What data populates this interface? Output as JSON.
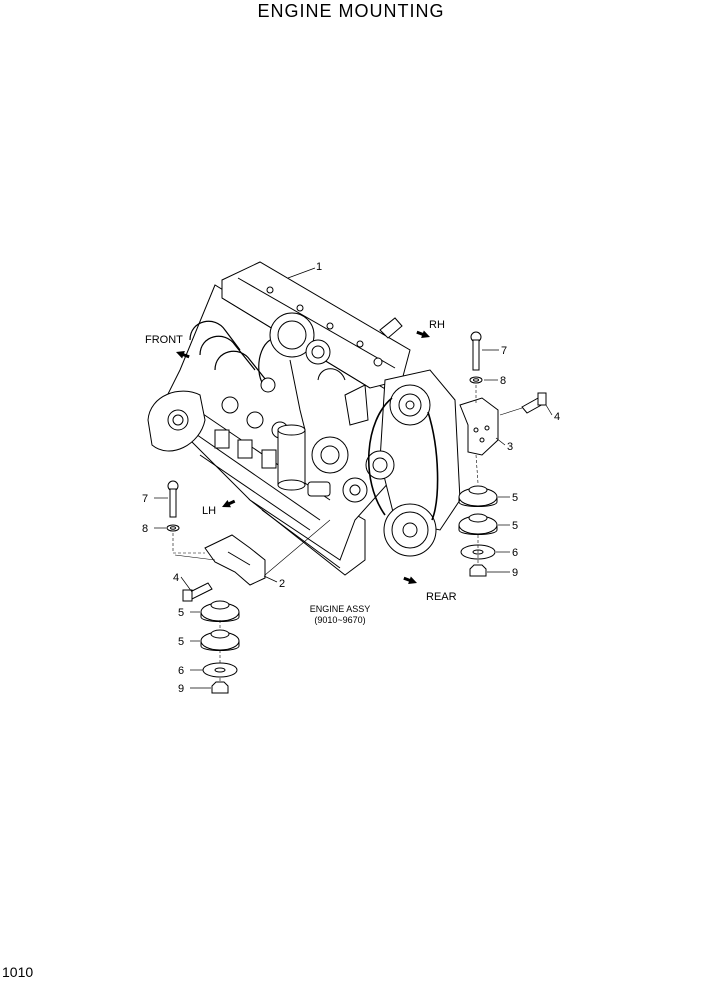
{
  "title": "ENGINE MOUNTING",
  "page_number": "1010",
  "direction_labels": {
    "front": "FRONT",
    "rh": "RH",
    "lh": "LH",
    "rear": "REAR"
  },
  "engine_caption": {
    "line1": "ENGINE ASSY",
    "line2": "(9010~9670)"
  },
  "callouts": [
    "1",
    "2",
    "3",
    "4",
    "4",
    "5",
    "5",
    "5",
    "5",
    "6",
    "6",
    "7",
    "7",
    "8",
    "8",
    "9",
    "9"
  ]
}
